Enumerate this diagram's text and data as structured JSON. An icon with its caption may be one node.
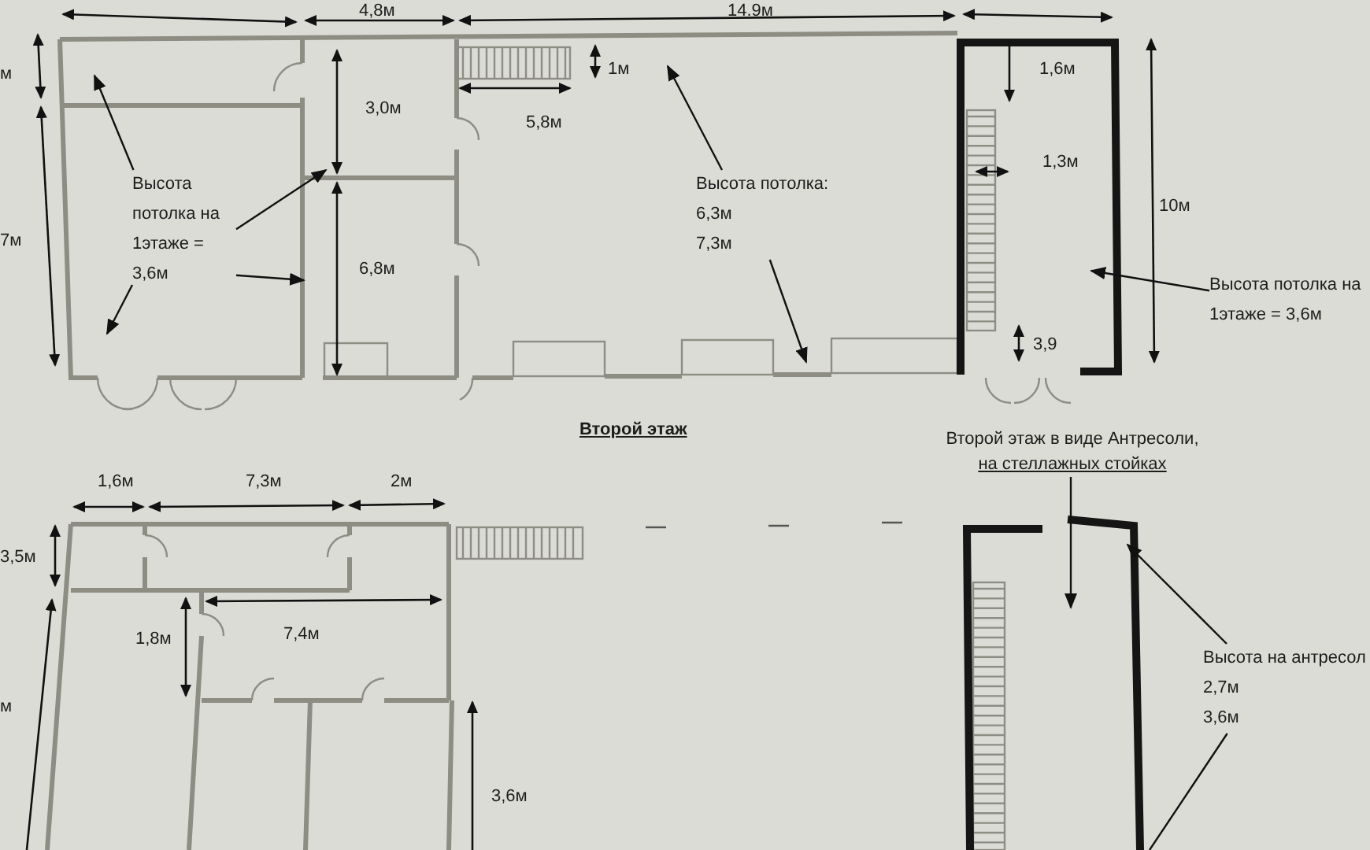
{
  "diagram": {
    "nodes": [
      {
        "text": [
          "Высота потолка на 1этаже = 3,6м"
        ]
      },
      {
        "text": [
          "Высота потолка:",
          "6,3м",
          "7,3м"
        ]
      },
      {
        "text": [
          "Высота потолка на 1этаже = 3,6м"
        ]
      },
      {
        "text": [
          "Второй этаж в виде Антресоли,",
          "на стеллажных стойках"
        ]
      },
      {
        "text": [
          "Высота на антресол",
          "2,7м",
          "3,6м"
        ]
      }
    ],
    "edges": [
      {
        "from": 0,
        "to": null,
        "arrow": "to"
      },
      {
        "from": 0,
        "to": null,
        "arrow": "to"
      },
      {
        "from": 0,
        "to": null,
        "arrow": "to"
      },
      {
        "from": 0,
        "to": null,
        "arrow": "to"
      },
      {
        "from": 1,
        "to": null,
        "arrow": "to"
      },
      {
        "from": 1,
        "to": null,
        "arrow": "to"
      },
      {
        "from": 2,
        "to": null,
        "arrow": "to"
      },
      {
        "from": 3,
        "to": null,
        "arrow": "to"
      },
      {
        "from": 4,
        "to": null,
        "arrow": "to"
      },
      {
        "from": 4,
        "to": null,
        "arrow": "none"
      }
    ],
    "labels": [
      "4,8м",
      "14.9м",
      "м",
      "7м",
      "3,0м",
      "6,8м",
      "1м",
      "5,8м",
      "1,6м",
      "1,3м",
      "10м",
      "3,9",
      "Второй этаж",
      "1,6м",
      "7,3м",
      "2м",
      "3,5м",
      "1,8м",
      "7,4м",
      "м",
      "3,6м"
    ]
  }
}
